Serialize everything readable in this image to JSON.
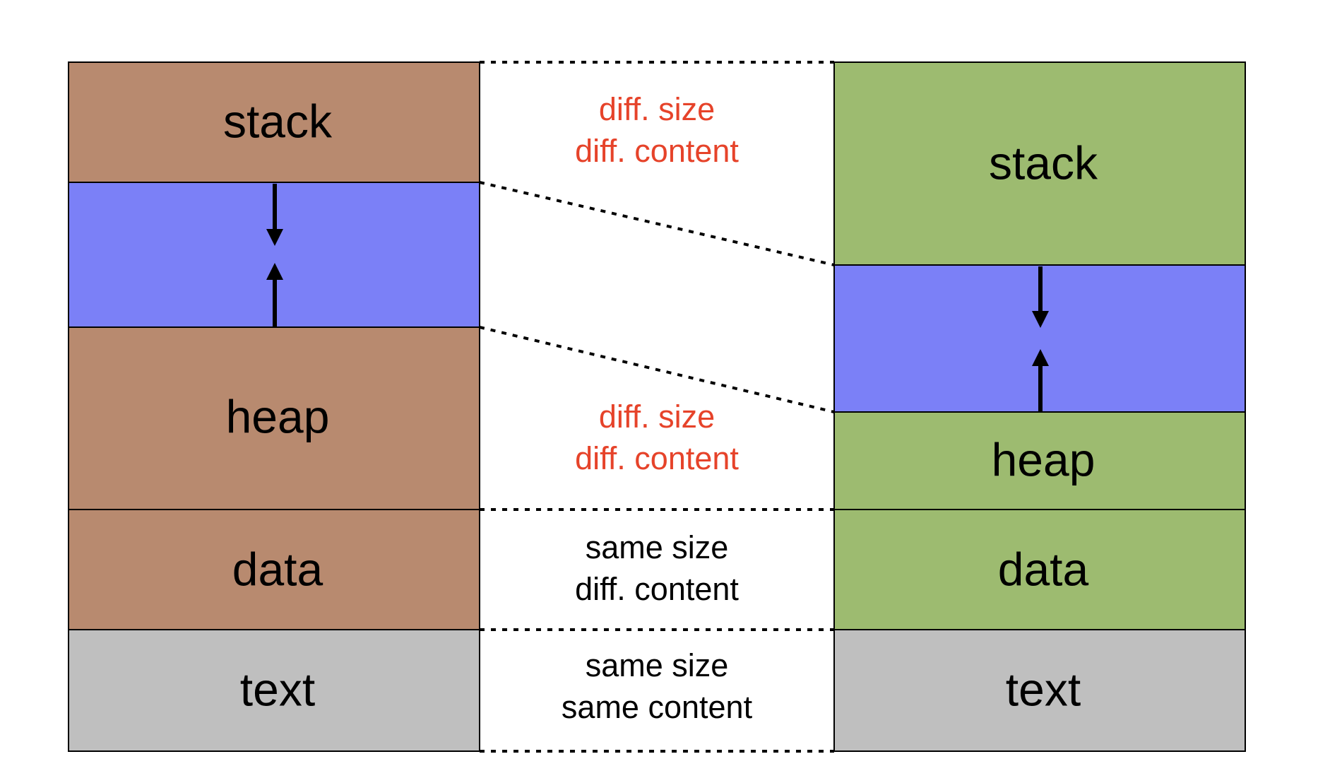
{
  "colors": {
    "left_segment": "#b88a6f",
    "right_segment": "#9dbb70",
    "gap": "#7b80f7",
    "text_segment": "#bfbfbf",
    "diff_note": "#e6432a",
    "same_note": "#000000",
    "outline": "#000000",
    "connector": "#000000"
  },
  "left_column": {
    "stack_label": "stack",
    "heap_label": "heap",
    "data_label": "data",
    "text_label": "text"
  },
  "right_column": {
    "stack_label": "stack",
    "heap_label": "heap",
    "data_label": "data",
    "text_label": "text"
  },
  "notes": {
    "stack": {
      "line1": "diff. size",
      "line2": "diff. content",
      "color": "#e6432a"
    },
    "heap": {
      "line1": "diff. size",
      "line2": "diff. content",
      "color": "#e6432a"
    },
    "data": {
      "line1": "same size",
      "line2": "diff. content",
      "color": "#000000"
    },
    "text": {
      "line1": "same size",
      "line2": "same content",
      "color": "#000000"
    }
  }
}
